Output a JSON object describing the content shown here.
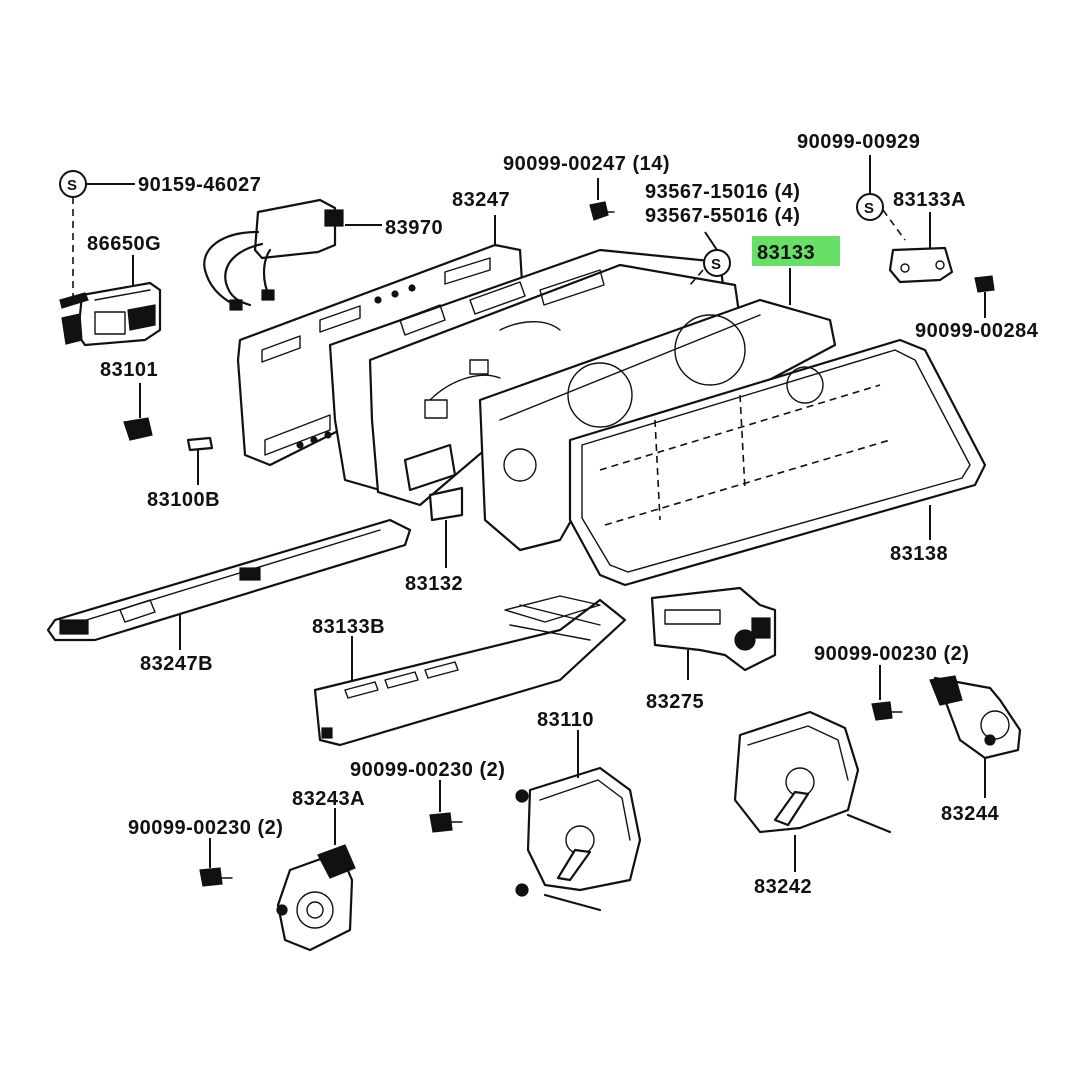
{
  "diagram": {
    "highlight_color": "#66e066",
    "labels": {
      "p90159_46027": "90159-46027",
      "p86650G": "86650G",
      "p83970": "83970",
      "p83247": "83247",
      "p90099_00247": "90099-00247 (14)",
      "p93567_15016": "93567-15016 (4)",
      "p93567_55016": "93567-55016 (4)",
      "p90099_00929": "90099-00929",
      "p83133A": "83133A",
      "p83133": "83133",
      "p90099_00284": "90099-00284",
      "p83101": "83101",
      "p83100B": "83100B",
      "p83132": "83132",
      "p83138": "83138",
      "p83247B": "83247B",
      "p83133B": "83133B",
      "p83275": "83275",
      "p90099_00230_r": "90099-00230 (2)",
      "p83110": "83110",
      "p90099_00230_c": "90099-00230 (2)",
      "p83243A": "83243A",
      "p90099_00230_l": "90099-00230 (2)",
      "p83244": "83244",
      "p83242": "83242"
    },
    "symbols": {
      "s": "S"
    }
  }
}
